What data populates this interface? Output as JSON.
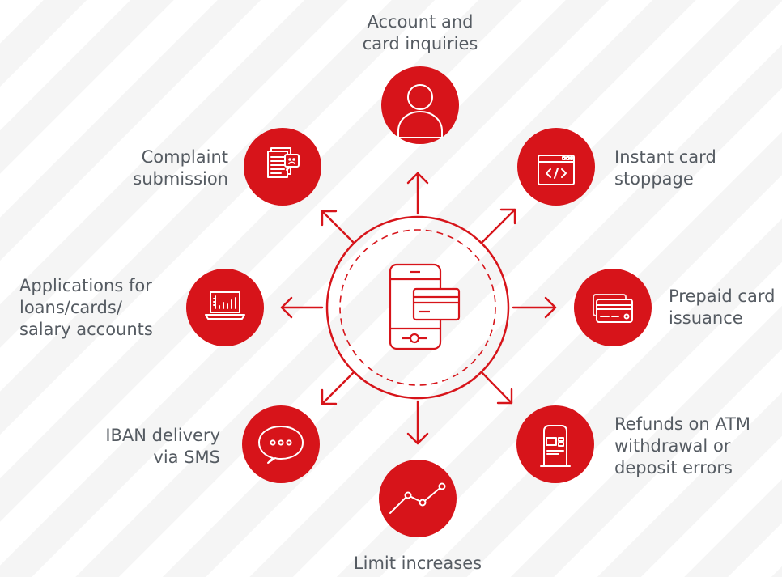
{
  "colors": {
    "accent": "#d7141a",
    "text": "#555b62",
    "icon": "#ffffff"
  },
  "center": {
    "icon": "mobile-payment-icon"
  },
  "services": [
    {
      "label": "Account and\ncard inquiries",
      "icon": "user-icon"
    },
    {
      "label": "Instant card\nstoppage",
      "icon": "code-window-icon"
    },
    {
      "label": "Prepaid card\nissuance",
      "icon": "credit-card-icon"
    },
    {
      "label": "Refunds on ATM\nwithdrawal or\ndeposit errors",
      "icon": "atm-icon"
    },
    {
      "label": "Limit increases",
      "icon": "line-chart-icon"
    },
    {
      "label": "IBAN delivery\nvia SMS",
      "icon": "chat-bubble-icon"
    },
    {
      "label": "Applications for\nloans/cards/\nsalary accounts",
      "icon": "laptop-chart-icon"
    },
    {
      "label": "Complaint\nsubmission",
      "icon": "complaint-document-icon"
    }
  ]
}
